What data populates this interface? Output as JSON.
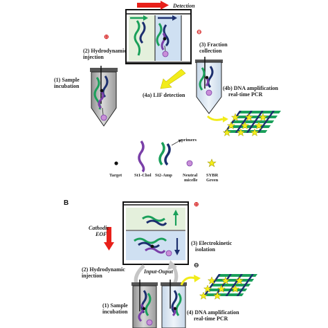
{
  "panel_a": {
    "detection": "Detection",
    "plus_sign": "⊕",
    "minus_sign": "⊖",
    "step1": [
      "(1) Sample",
      "incubation"
    ],
    "step2": [
      "(2) Hydrodynamic",
      "injection"
    ],
    "step3": [
      "(3) Fraction",
      "collection"
    ],
    "step4a": "(4a) LIF detection",
    "step4b": [
      "(4b) DNA amplification",
      "real-time PCR"
    ]
  },
  "legend": {
    "primers": "primers",
    "target": "Target",
    "st1": "St1-Chol",
    "st2": "St2-Amp",
    "micelle": [
      "Neutral",
      "micelle"
    ],
    "sybr": [
      "SYBR",
      "Green"
    ]
  },
  "panel_b": {
    "label": "B",
    "plus_sign": "⊕",
    "minus_sign": "⊖",
    "cathodic": [
      "Cathodic",
      "EOF"
    ],
    "step3": [
      "(3) Electrokinetic",
      "isolation"
    ],
    "input_output": "Input-Ouput",
    "step2": [
      "(2) Hydrodynamic",
      "injection"
    ],
    "step1": [
      "(1) Sample",
      "incubation"
    ],
    "step4": [
      "(4) DNA amplification",
      "real-time PCR"
    ]
  },
  "colors": {
    "green_strand": "#1aa05a",
    "navy_strand": "#1c2f6e",
    "purple_strand": "#7a3fa8",
    "micelle": "#c98fd8",
    "red_arrow": "#e8201a",
    "yellow_arrow": "#f2ec1a",
    "capillary_green": "#e4f0dc",
    "capillary_blue": "#d6e6f4",
    "tube_gray": "#b8b8b8"
  }
}
